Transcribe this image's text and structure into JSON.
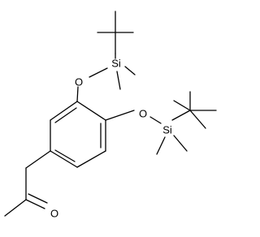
{
  "molecule": {
    "atom_labels": {
      "si_top": "Si",
      "o_top": "O",
      "si_right": "Si",
      "o_right": "O",
      "o_ketone": "O"
    }
  }
}
